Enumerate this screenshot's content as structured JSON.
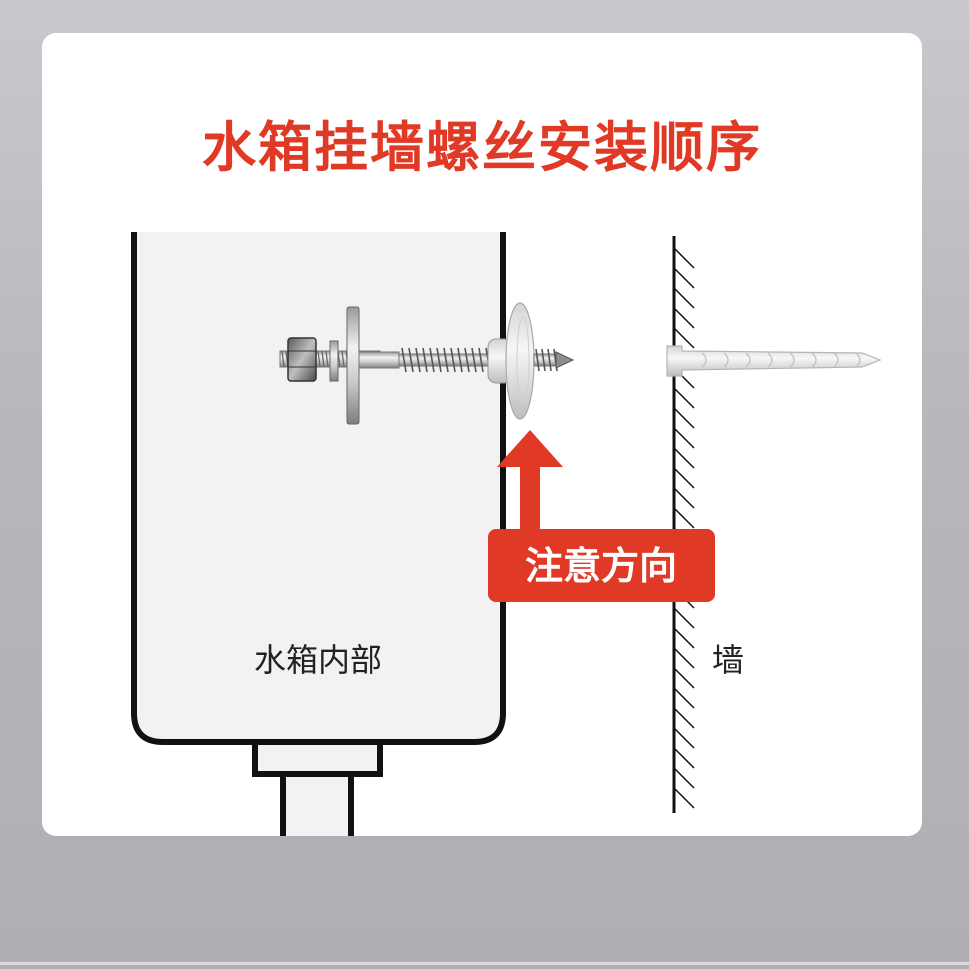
{
  "title": "水箱挂墙螺丝安装顺序",
  "labels": {
    "tank_inside": "水箱内部",
    "wall": "墙",
    "attention": "注意方向"
  },
  "colors": {
    "title": "#e03a26",
    "badge_bg": "#e03a26",
    "badge_text": "#ffffff",
    "outline": "#111111",
    "tank_fill": "#f2f2f3",
    "background": "#b9b9bd"
  }
}
